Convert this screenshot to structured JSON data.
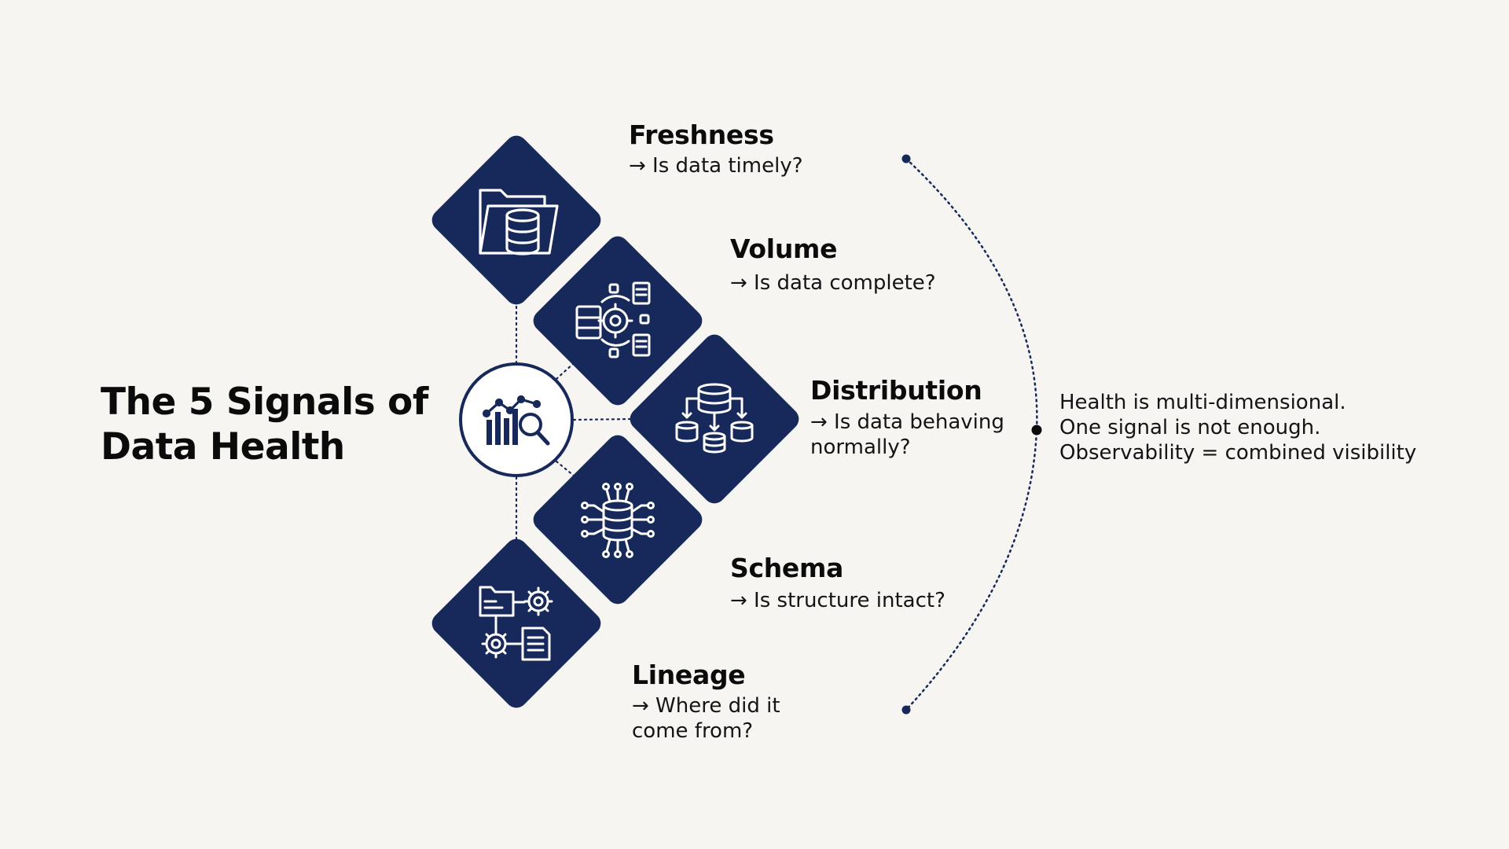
{
  "title": {
    "line1": "The 5 Signals of",
    "line2": "Data Health"
  },
  "hub": {
    "icon": "bar-chart-magnifier-icon"
  },
  "signals": [
    {
      "name": "Freshness",
      "question": [
        "→ Is data timely?"
      ],
      "icon": "folder-database-icon"
    },
    {
      "name": "Volume",
      "question": [
        "→ Is data complete?"
      ],
      "icon": "server-gear-documents-icon"
    },
    {
      "name": "Distribution",
      "question": [
        "→ Is data behaving",
        "normally?"
      ],
      "icon": "database-distribution-icon"
    },
    {
      "name": "Schema",
      "question": [
        "→ Is structure intact?"
      ],
      "icon": "database-network-icon"
    },
    {
      "name": "Lineage",
      "question": [
        "→ Where did it",
        "come from?"
      ],
      "icon": "folder-gear-document-flow-icon"
    }
  ],
  "summary": [
    "Health is multi-dimensional.",
    "One signal is not enough.",
    "Observability = combined visibility"
  ],
  "colors": {
    "navy": "#16295a",
    "background": "#f7f5f2",
    "text": "#0b0b0c"
  }
}
